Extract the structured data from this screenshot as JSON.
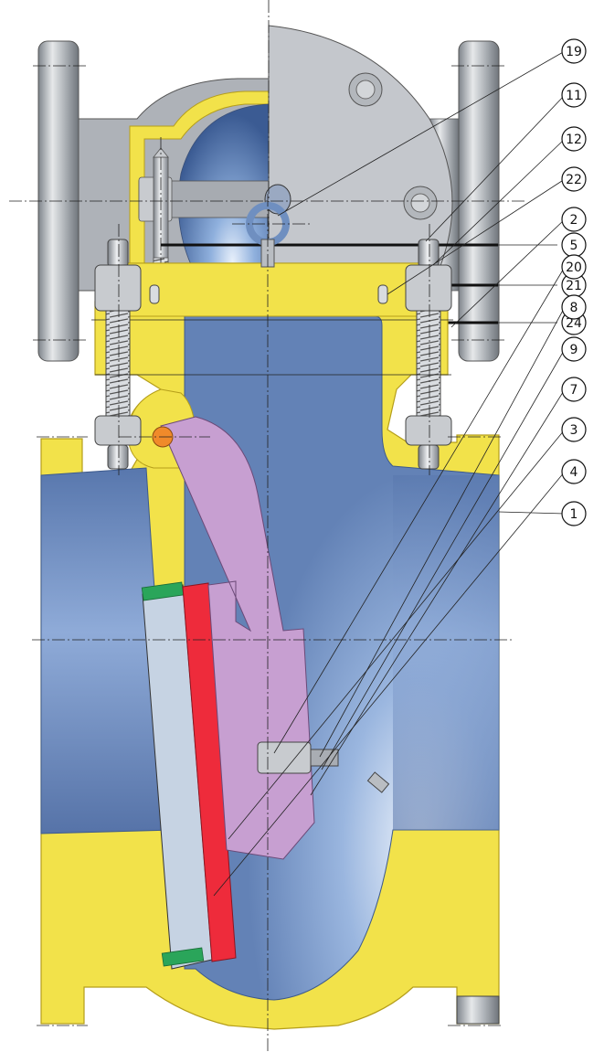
{
  "diagram": {
    "top_view_callouts": [
      {
        "label": "5",
        "ref": "stem"
      },
      {
        "label": "21",
        "ref": "washer"
      },
      {
        "label": "24",
        "ref": "nut"
      }
    ],
    "section_view_callouts": [
      {
        "label": "19",
        "ref": "lifting-eye"
      },
      {
        "label": "11",
        "ref": "bonnet-nut"
      },
      {
        "label": "12",
        "ref": "bonnet-stud"
      },
      {
        "label": "22",
        "ref": "pin"
      },
      {
        "label": "2",
        "ref": "bonnet"
      },
      {
        "label": "20",
        "ref": "pin-2"
      },
      {
        "label": "8",
        "ref": "disc-nut"
      },
      {
        "label": "9",
        "ref": "washer-2"
      },
      {
        "label": "7",
        "ref": "hinge"
      },
      {
        "label": "3",
        "ref": "seat-ring"
      },
      {
        "label": "4",
        "ref": "disc"
      },
      {
        "label": "1",
        "ref": "body"
      }
    ],
    "colors": {
      "body_yellow": "#f2e24a",
      "body_outline": "#b59e1a",
      "flow_blue": "#6f8fc0",
      "flow_blue_light": "#a9c3e6",
      "hinge_lilac": "#c79fd1",
      "disc_red": "#ee2b3b",
      "seat_green": "#2aa55a",
      "pin_orange": "#f08a2a",
      "metal_grey": "#b9bdc2",
      "cover_grey": "#c4c7cc"
    }
  }
}
